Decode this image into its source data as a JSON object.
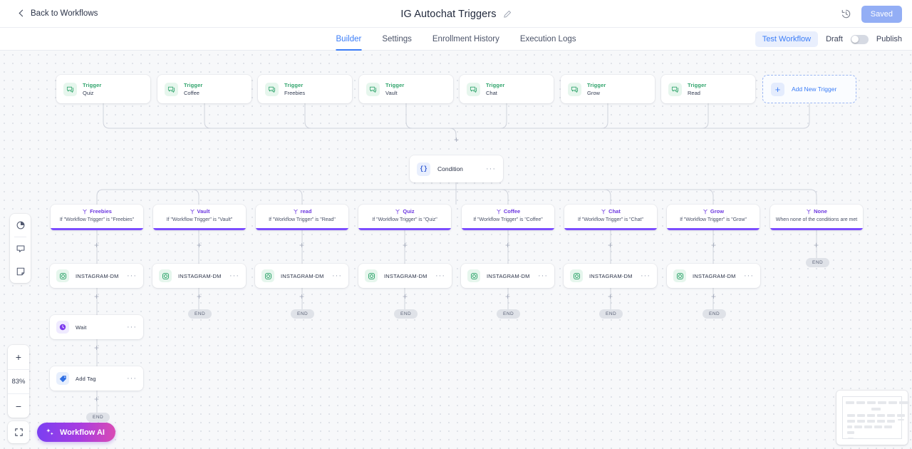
{
  "topbar": {
    "back_label": "Back to Workflows",
    "title": "IG Autochat Triggers",
    "edit_icon": "pencil-icon",
    "history_icon": "history-clock-icon",
    "save_status": "Saved"
  },
  "tabbar": {
    "tabs": [
      {
        "label": "Builder",
        "active": true
      },
      {
        "label": "Settings",
        "active": false
      },
      {
        "label": "Enrollment History",
        "active": false
      },
      {
        "label": "Execution Logs",
        "active": false
      }
    ],
    "test_workflow": "Test Workflow",
    "draft_label": "Draft",
    "publish_label": "Publish",
    "toggle_state": "draft"
  },
  "canvas": {
    "triggers": [
      {
        "kind": "Trigger",
        "name": "Quiz"
      },
      {
        "kind": "Trigger",
        "name": "Coffee"
      },
      {
        "kind": "Trigger",
        "name": "Freebies"
      },
      {
        "kind": "Trigger",
        "name": "Vault"
      },
      {
        "kind": "Trigger",
        "name": "Chat"
      },
      {
        "kind": "Trigger",
        "name": "Grow"
      },
      {
        "kind": "Trigger",
        "name": "Read"
      }
    ],
    "add_trigger_label": "Add New Trigger",
    "condition": {
      "label": "Condition",
      "menu": "···"
    },
    "branches": [
      {
        "label": "Freebies",
        "rule": "If \"Workflow Trigger\" is \"Freebies\""
      },
      {
        "label": "Vault",
        "rule": "If \"Workflow Trigger\" is \"Vault\""
      },
      {
        "label": "read",
        "rule": "If \"Workflow Trigger\" is \"Read\""
      },
      {
        "label": "Quiz",
        "rule": "If \"Workflow Trigger\" is \"Quiz\""
      },
      {
        "label": "Coffee",
        "rule": "If \"Workflow Trigger\" is \"Coffee\""
      },
      {
        "label": "Chat",
        "rule": "If \"Workflow Trigger\" is \"Chat\""
      },
      {
        "label": "Grow",
        "rule": "If \"Workflow Trigger\" is \"Grow\""
      },
      {
        "label": "None",
        "rule": "When none of the conditions are met"
      }
    ],
    "instagram_dm_label": "INSTAGRAM-DM",
    "wait_label": "Wait",
    "add_tag_label": "Add Tag",
    "end_label": "END",
    "plus_label": "+"
  },
  "tools": {
    "rail_icons": [
      "analytics-pie-icon",
      "comment-icon",
      "note-icon"
    ],
    "zoom_in": "+",
    "zoom_level": "83%",
    "zoom_out": "−",
    "fit_view": "fit-screen-icon"
  },
  "workflow_ai": {
    "label": "Workflow AI",
    "icon": "sparkle-icon",
    "gradient_from": "#7a3ff2",
    "gradient_to": "#d94bb4"
  },
  "colors": {
    "accent_blue": "#3b7df7",
    "trigger_green": "#30a46c",
    "branch_purple": "#7c4dff",
    "canvas_bg": "#f7f8fa"
  }
}
